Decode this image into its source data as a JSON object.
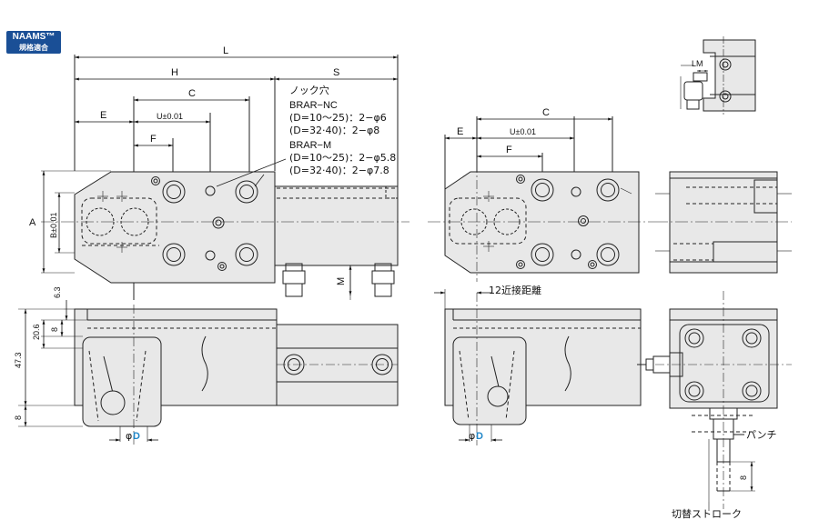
{
  "badge": {
    "line1": "NAAMS™",
    "line2": "規格適合"
  },
  "plan_left": {
    "L": "L",
    "H": "H",
    "S": "S",
    "C": "C",
    "E": "E",
    "U": "U±0.01",
    "F": "F",
    "A": "A",
    "B": "B±0.01",
    "M": "M",
    "knock_title": "ノック穴",
    "nc_label": "BRAR−NC",
    "nc_line1": "(D=10～25)：2−φ6",
    "nc_line2": "(D=32·40)：2−φ8",
    "m_label": "BRAR−M",
    "m_line1": "(D=10～25)：2−φ5.8",
    "m_line2": "(D=32·40)：2−φ7.8"
  },
  "plan_mid": {
    "C": "C",
    "E": "E",
    "U": "U±0.01",
    "F": "F"
  },
  "detail_top": {
    "LM": "LM"
  },
  "side_left": {
    "d63": "6.3",
    "d206": "20.6",
    "d8a": "8",
    "d473": "47.3",
    "d8b": "8",
    "phi": "φ",
    "D": "D"
  },
  "side_mid": {
    "approach": "12近接距離",
    "phi": "φ",
    "D": "D"
  },
  "end_view": {
    "punch": "パンチ",
    "d8": "8",
    "switch": "切替ストローク"
  },
  "colors": {
    "body_fill": "#e8e8e8",
    "line": "#222222",
    "accent": "#1f86c8",
    "badge": "#1a4f96"
  }
}
